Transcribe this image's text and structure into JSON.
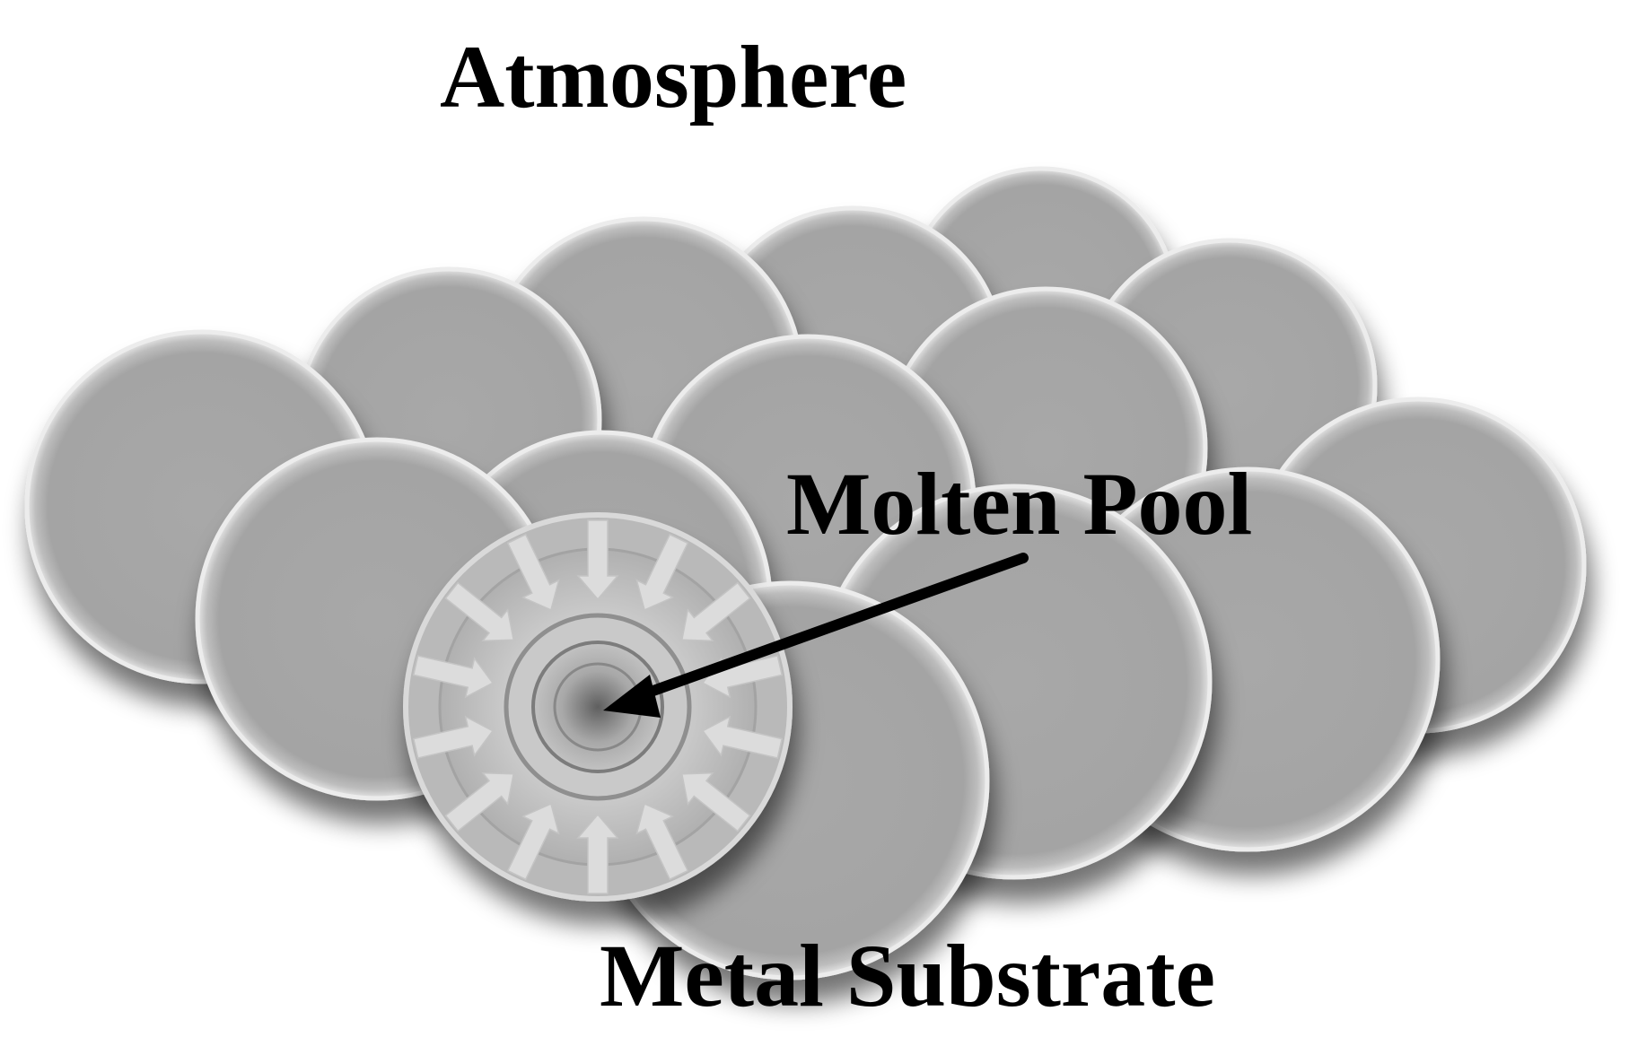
{
  "labels": {
    "atmosphere": "Atmosphere",
    "molten_pool": "Molten Pool",
    "metal_substrate": "Metal Substrate"
  },
  "colors": {
    "background": "#ffffff",
    "disc_fill": "#a9a9a9",
    "disc_rim": "#d6d6d6",
    "pool_outer": "#b8b8b8",
    "pool_ring": "#cdcdcd",
    "pool_core": "#8a8a8a",
    "flow_arrow": "#dedede",
    "pointer_arrow": "#000000",
    "text": "#000000"
  },
  "icons": {
    "pointer": "pointer-arrow-icon",
    "inflow": "inflow-arrow-icon"
  }
}
